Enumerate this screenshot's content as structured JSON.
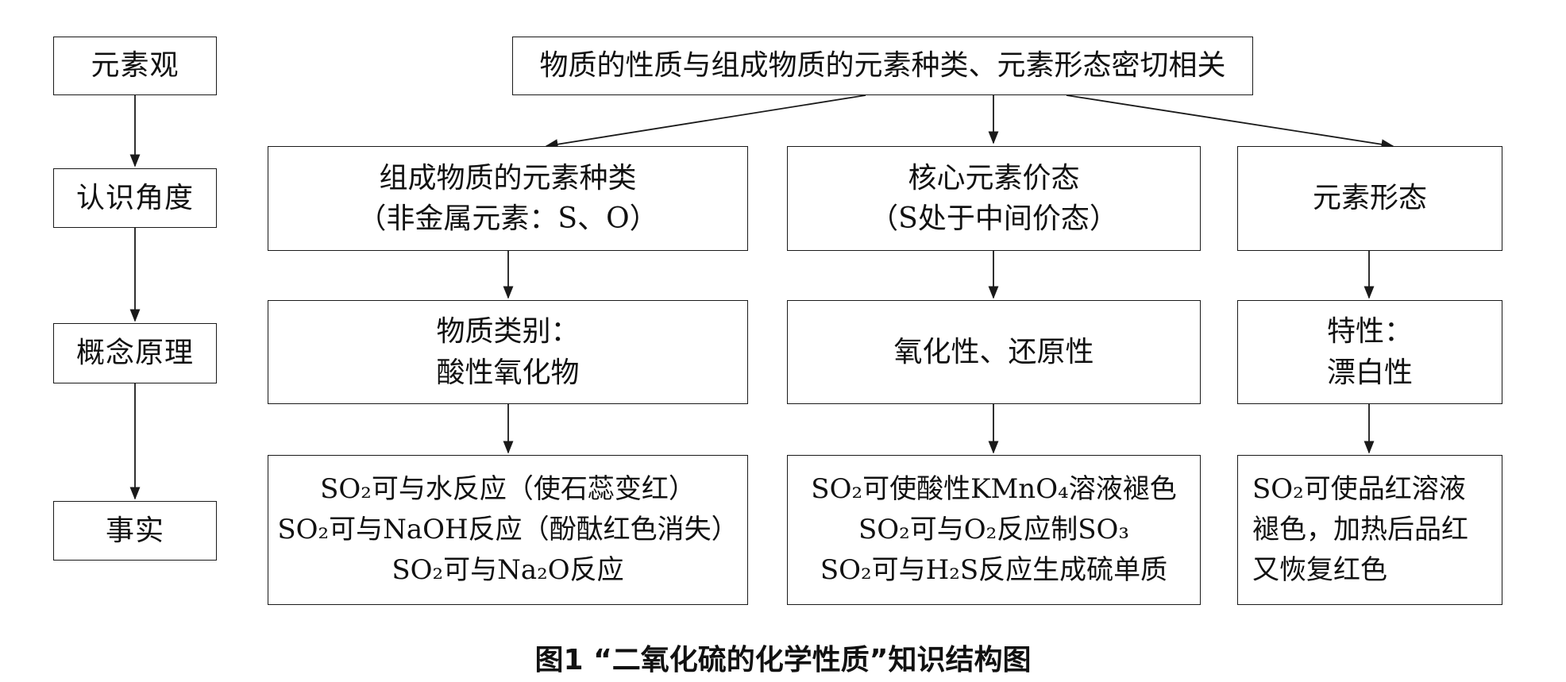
{
  "left_column": [
    "元素观",
    "认识角度",
    "概念原理",
    "事实"
  ],
  "top_box": "物质的性质与组成物质的元素种类、元素形态密切相关",
  "row1": [
    {
      "line1": "组成物质的元素种类",
      "line2": "（非金属元素：S、O）"
    },
    {
      "line1": "核心元素价态",
      "line2": "（S处于中间价态）"
    },
    {
      "line1": "元素形态"
    }
  ],
  "row2": [
    {
      "line1": "物质类别：",
      "line2": "酸性氧化物"
    },
    {
      "line1": "氧化性、还原性"
    },
    {
      "line1": "特性：",
      "line2": "漂白性"
    }
  ],
  "row3": [
    {
      "line1": "SO₂可与水反应（使石蕊变红）",
      "line2": "SO₂可与NaOH反应（酚酞红色消失）",
      "line3": "SO₂可与Na₂O反应"
    },
    {
      "line1": "SO₂可使酸性KMnO₄溶液褪色",
      "line2": "SO₂可与O₂反应制SO₃",
      "line3": "SO₂可与H₂S反应生成硫单质"
    },
    {
      "line1": "SO₂可使品红溶液",
      "line2": "褪色，加热后品红",
      "line3": "又恢复红色"
    }
  ],
  "caption": "图1 “二氧化硫的化学性质”知识结构图"
}
